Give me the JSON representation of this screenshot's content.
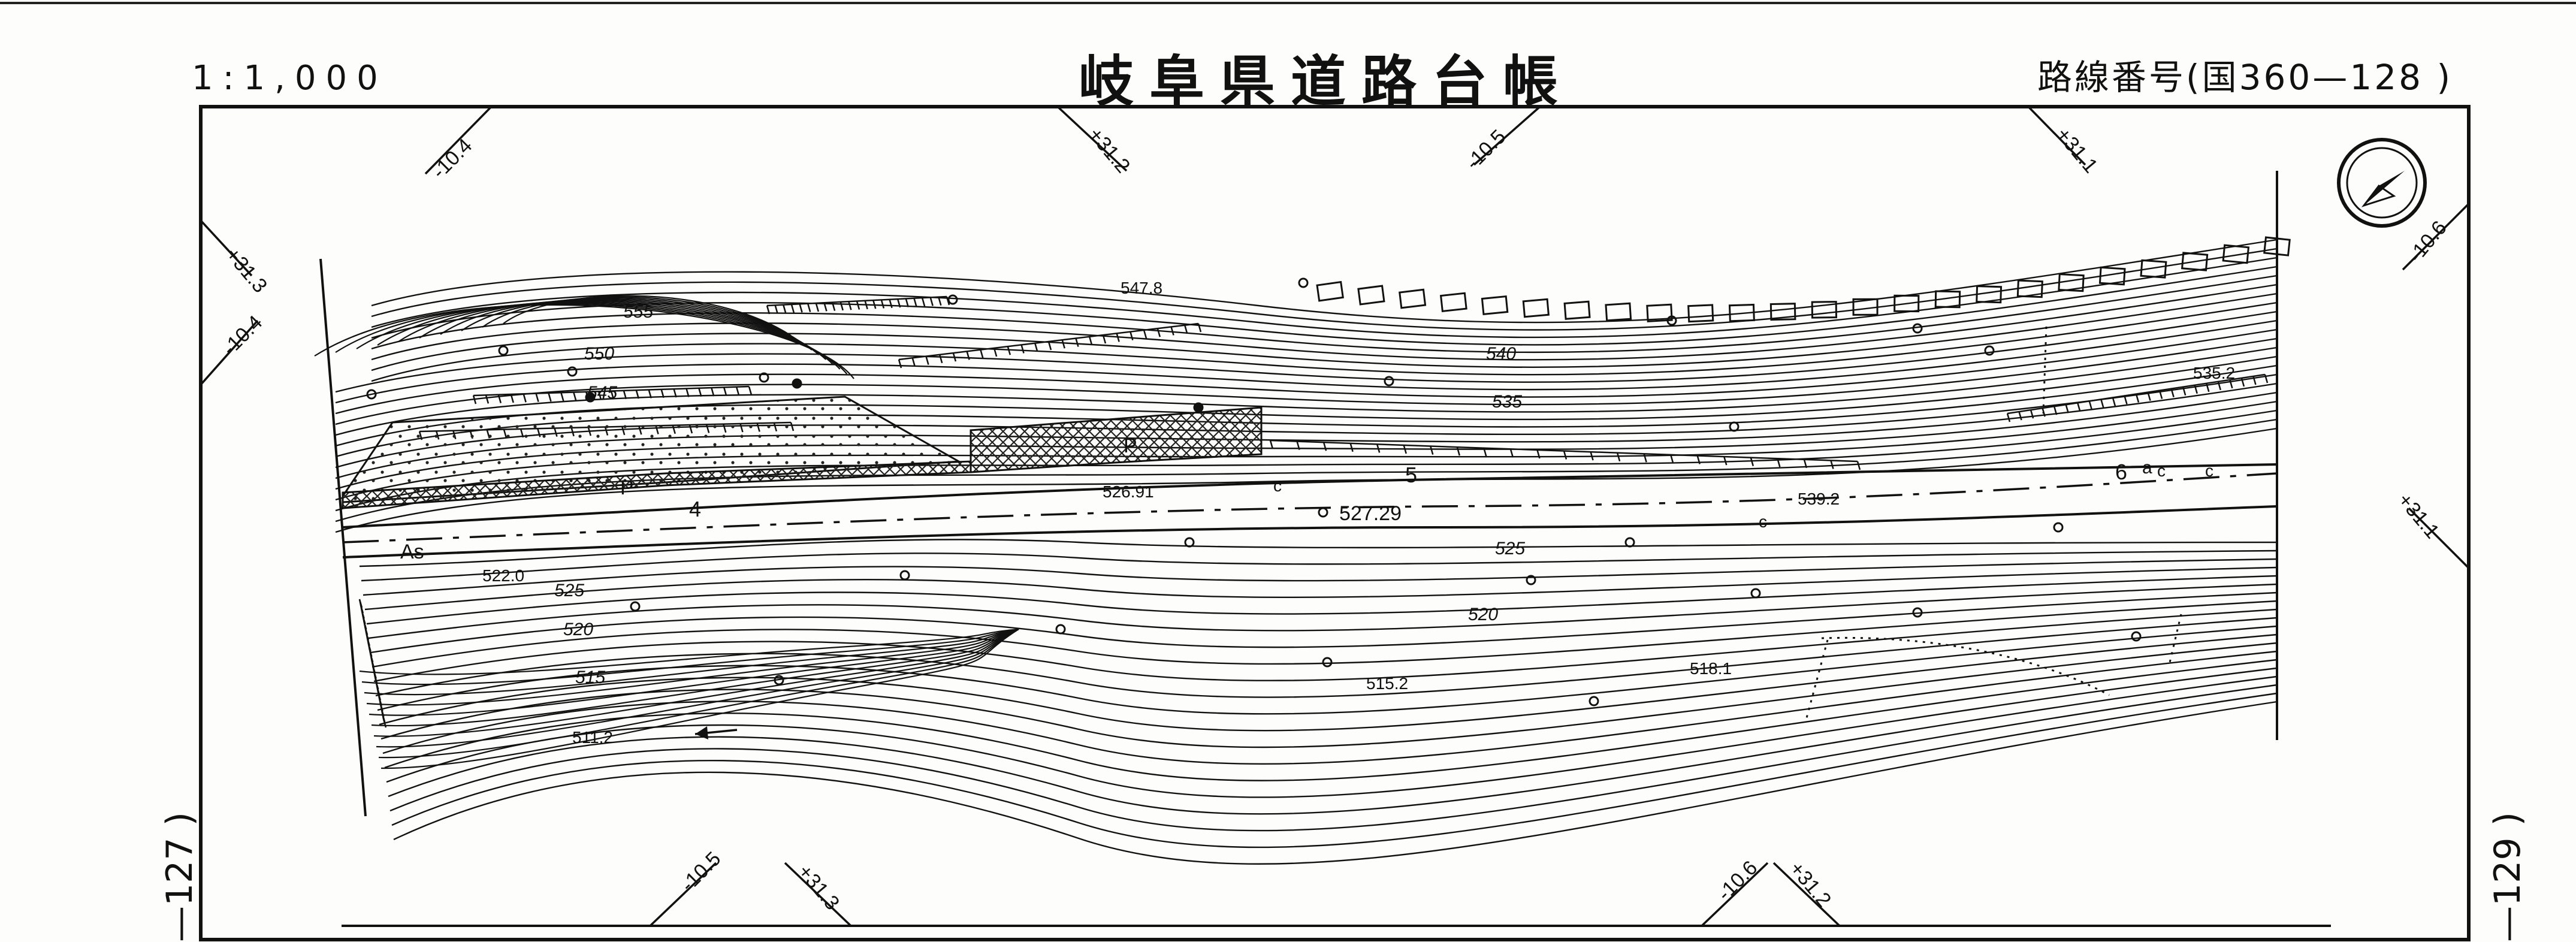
{
  "header": {
    "scale": "1:1,000",
    "title": "岐阜県道路台帳",
    "route_number": "路線番号(国360—128 )"
  },
  "side_labels": {
    "previous_sheet": "—127 )",
    "next_sheet": "—129 )"
  },
  "map": {
    "coordinate_ticks": [
      "-10.4",
      "+31.2",
      "-10.5",
      "+31.1",
      "+31.3",
      "-10.4",
      "-10.6",
      "+31.1",
      "-10.5",
      "+31.3",
      "-10.6",
      "+31.2"
    ],
    "contour_labels": [
      "555",
      "550",
      "545",
      "540",
      "535",
      "525",
      "525",
      "520",
      "520",
      "515"
    ],
    "spot_heights": [
      "547.8",
      "526.91",
      "527.29",
      "539.2",
      "535.2",
      "522.0",
      "515.2",
      "518.1",
      "511.2"
    ],
    "symbols": [
      "P",
      "P",
      "As",
      "4",
      "5",
      "6",
      "c",
      "c",
      "c",
      "c",
      "a"
    ]
  }
}
